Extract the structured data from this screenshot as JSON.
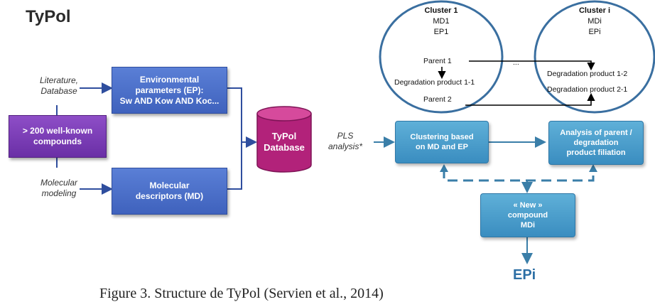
{
  "title": "TyPol",
  "inputs": {
    "literature": "Literature,\nDatabase",
    "modeling": "Molecular\nmodeling"
  },
  "compounds_box": "> 200 well-known\ncompounds",
  "ep_box": "Environmental\nparameters (EP):\nSw AND Kow AND Koc...",
  "md_box": "Molecular\ndescriptors (MD)",
  "database": "TyPol\nDatabase",
  "pls_label": "PLS\nanalysis*",
  "clustering_box": "Clustering based\non MD and EP",
  "filiation_box": "Analysis of parent /\ndegradation\nproduct filiation",
  "new_compound_box": "« New »\ncompound\nMDi",
  "output_label": "EPi",
  "cluster1": {
    "title": "Cluster 1",
    "md": "MD1",
    "ep": "EP1",
    "parent1": "Parent 1",
    "degradation": "Degradation product  1-1",
    "parent2": "Parent 2"
  },
  "clusteri": {
    "title": "Cluster i",
    "md": "MDi",
    "ep": "EPi",
    "degradation1": "Degradation product 1-2",
    "degradation2": "Degradation product 2-1"
  },
  "ellipsis": "...",
  "caption": "Figure 3. Structure de TyPol (Servien et al., 2014)"
}
